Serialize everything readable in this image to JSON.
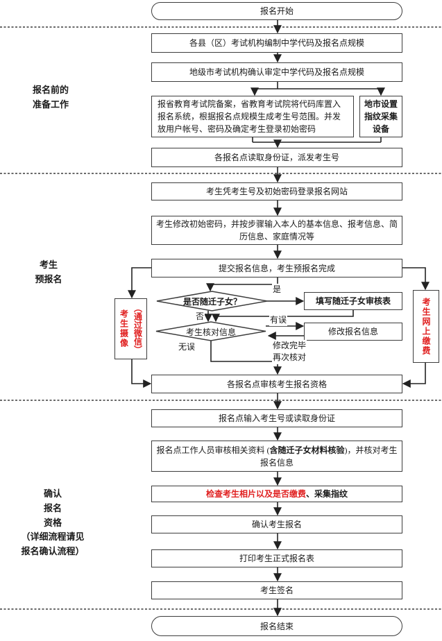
{
  "flow": {
    "start": "报名开始",
    "end": "报名结束",
    "prep": {
      "box_county": "各县（区）考试机构编制中学代码及报名点规模",
      "box_city": "地级市考试机构确认审定中学代码及报名点规模",
      "box_province": "报省教育考试院备案，省教育考试院将代码库置入报名系统，根据报名点规模生成考生号范围。并发放用户帐号、密码及确定考生登录初始密码",
      "box_fingerprint": "地市设置指纹采集设备",
      "box_idcard": "各报名点读取身份证，派发考生号"
    },
    "prereg": {
      "box_login": "考生凭考生号及初始密码登录报名网站",
      "box_modify_pwd": "考生修改初始密码，并按步骤输入本人的基本信息、报考信息、简历信息、家庭情况等",
      "box_submit": "提交报名信息，考生预报名完成",
      "diamond_migrant": "是否随迁子女？",
      "box_fill_form": "填写随迁子女审核表",
      "diamond_verify": "考生核对信息",
      "box_modify_info": "修改报名信息",
      "box_review": "各报名点审核考生报名资格",
      "photo_col1": "考生摄像",
      "photo_col2": "（通过微信）",
      "payment": "考生网上缴费",
      "label_yes": "是",
      "label_no": "否",
      "label_error": "有误",
      "label_ok": "无误",
      "label_recheck": "修改完毕\n再次核对"
    },
    "confirm": {
      "box_input": "报名点输入考生号或读取身份证",
      "box_staff_p1": "报名点工作人员审核相关资料 (",
      "box_staff_bold": "含随迁子女材料核验",
      "box_staff_p3": ")，并核对考生报名信息",
      "box_check_red": "检查考生相片以及是否缴费",
      "box_check_black": "、采集指纹",
      "box_confirm": "确认考生报名",
      "box_print": "打印考生正式报名表",
      "box_sign": "考生签名"
    }
  },
  "sections": {
    "prep": "报名前的\n准备工作",
    "prereg": "考生\n预报名",
    "confirm": "确认\n报名\n资格\n（详细流程请见\n报名确认流程）"
  },
  "colors": {
    "accent_red": "#e01f1f",
    "line": "#222222"
  }
}
